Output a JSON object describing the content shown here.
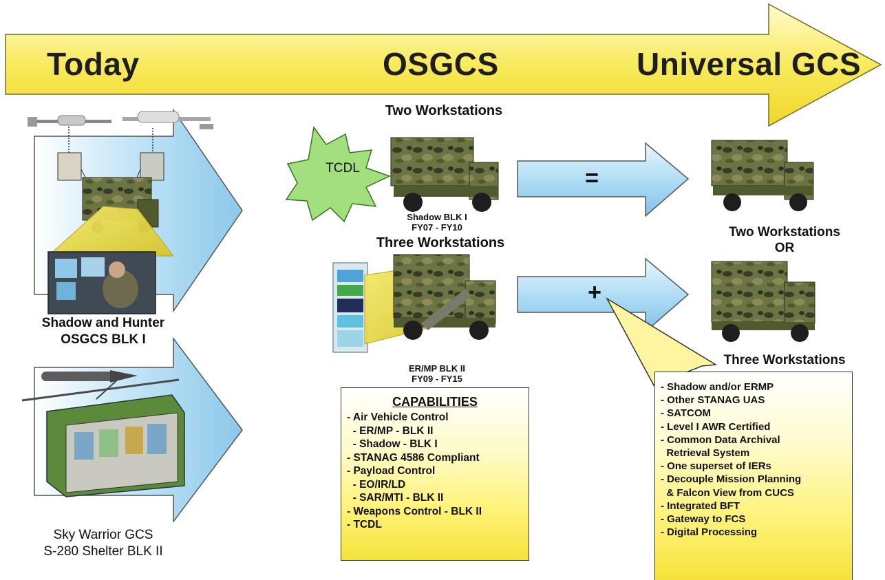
{
  "colors": {
    "banner_yellow": "#f6e54a",
    "arrow_blue": "#a9d6f0",
    "tcdl_green": "#9bd97a",
    "box_yellow": "#fff27a",
    "camo": "#5f6a3a"
  },
  "banner": {
    "stages": [
      "Today",
      "OSGCS",
      "Universal GCS"
    ]
  },
  "today": {
    "shadow_hunter": {
      "line1": "Shadow and Hunter",
      "line2": "OSGCS BLK I"
    },
    "sky_warrior": {
      "line1": "Sky Warrior GCS",
      "line2": "S-280 Shelter BLK II"
    },
    "icons": [
      "uav-icon",
      "humvee-icon",
      "operator-screens-icon",
      "shelter-icon"
    ]
  },
  "osgcs": {
    "two_ws_title": "Two Workstations",
    "tcdl": "TCDL",
    "shadow_caption": {
      "line1": "Shadow BLK I",
      "line2": "FY07 - FY10"
    },
    "three_ws_title": "Three Workstations",
    "ermp_caption": {
      "line1": "ER/MP BLK II",
      "line2": "FY09 - FY15"
    },
    "equals_sign": "=",
    "plus_sign": "+"
  },
  "capabilities": {
    "title": "CAPABILITIES",
    "items": [
      "- Air Vehicle Control",
      "  - ER/MP - BLK II",
      "  - Shadow - BLK I",
      "- STANAG 4586 Compliant",
      "- Payload Control",
      "  - EO/IR/LD",
      "  - SAR/MTI - BLK II",
      "- Weapons Control - BLK II",
      "- TCDL"
    ]
  },
  "universal": {
    "two_ws": "Two Workstations",
    "or": "OR",
    "three_ws": "Three Workstations",
    "features": [
      "- Shadow and/or ERMP",
      "- Other STANAG UAS",
      "- SATCOM",
      "- Level I AWR Certified",
      "- Common Data Archival",
      "  Retrieval System",
      "- One superset of IERs",
      "- Decouple Mission Planning",
      "  & Falcon View from CUCS",
      "- Integrated BFT",
      "- Gateway to FCS",
      "- Digital Processing"
    ]
  }
}
